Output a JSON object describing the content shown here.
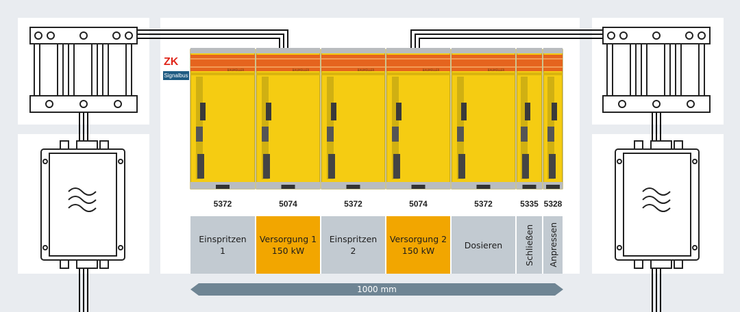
{
  "modules": [
    {
      "id": "5372",
      "func": "Einspritzen\n1",
      "color": "gray"
    },
    {
      "id": "5074",
      "func": "Versorgung 1\n150 kW",
      "color": "orange"
    },
    {
      "id": "5372",
      "func": "Einspritzen\n2",
      "color": "gray"
    },
    {
      "id": "5074",
      "func": "Versorgung 2\n150 kW",
      "color": "orange"
    },
    {
      "id": "5372",
      "func": "Dosieren",
      "color": "gray"
    },
    {
      "id": "5335",
      "func": "Schließen",
      "color": "gray"
    },
    {
      "id": "5328",
      "func": "Anpressen",
      "color": "gray"
    }
  ],
  "labels": {
    "zk": "ZK",
    "signalbus": "Signalbus",
    "brand": "BAUMÜLLER",
    "dimension": "1000 mm"
  },
  "colors": {
    "module_yellow": "#f5cc12",
    "bus_orange": "#e5641e",
    "func_orange": "#f2a600",
    "func_gray": "#c2cad1",
    "signalbus_blue": "#1f5b82",
    "zk_red": "#e0271b"
  }
}
